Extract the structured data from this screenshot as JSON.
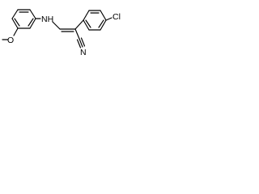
{
  "molecule": {
    "atom_labels": {
      "chlorine": "Cl",
      "amine": "NH",
      "oxygen": "O",
      "nitrile_nitrogen": "N"
    }
  }
}
